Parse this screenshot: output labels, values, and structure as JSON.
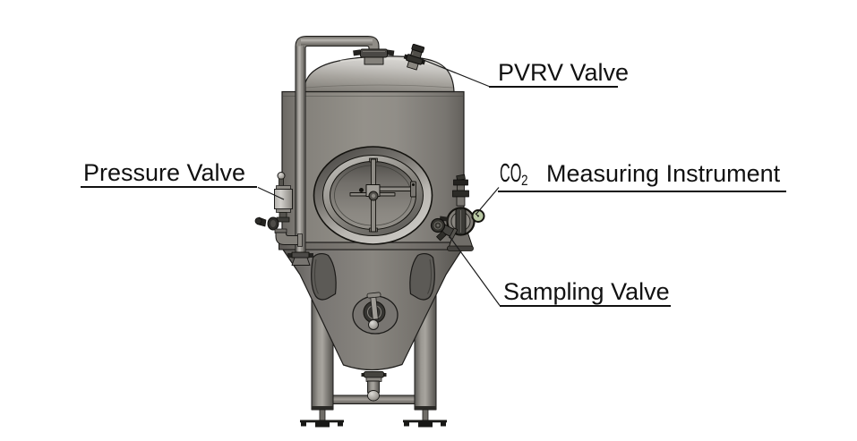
{
  "page": {
    "background_color": "#ffffff"
  },
  "diagram": {
    "labels": {
      "pvrv": {
        "text": "PVRV Valve"
      },
      "pressure": {
        "text": "Pressure Valve"
      },
      "co2": {
        "formula": "CO",
        "subscript": "2",
        "text": "Measuring Instrument"
      },
      "sampling": {
        "text": "Sampling Valve"
      }
    },
    "colors": {
      "background": "#ffffff",
      "label_text": "#111111",
      "leader_line": "#1a1a1a",
      "steel_light": "#d6d4d0",
      "steel_mid": "#8d8a84",
      "steel_dark": "#5f5d58",
      "fitting_dark": "#2c2b27",
      "gauge_face": "#b8c7a3"
    }
  }
}
